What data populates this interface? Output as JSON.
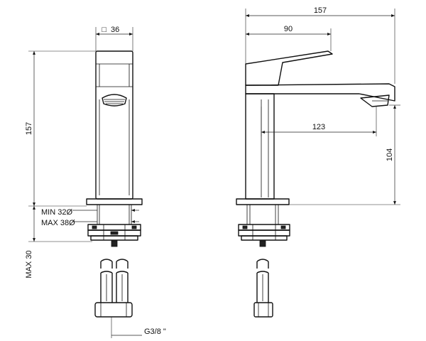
{
  "front_view": {
    "width_symbol": "□",
    "width_value": "36",
    "height_value": "157",
    "hole_min": "MIN 32Ø",
    "hole_max": "MAX 38Ø",
    "deck_max": "MAX 30",
    "connection": "G3/8 \""
  },
  "side_view": {
    "overall_length": "157",
    "lever_length": "90",
    "spout_reach": "123",
    "spout_height": "104"
  }
}
